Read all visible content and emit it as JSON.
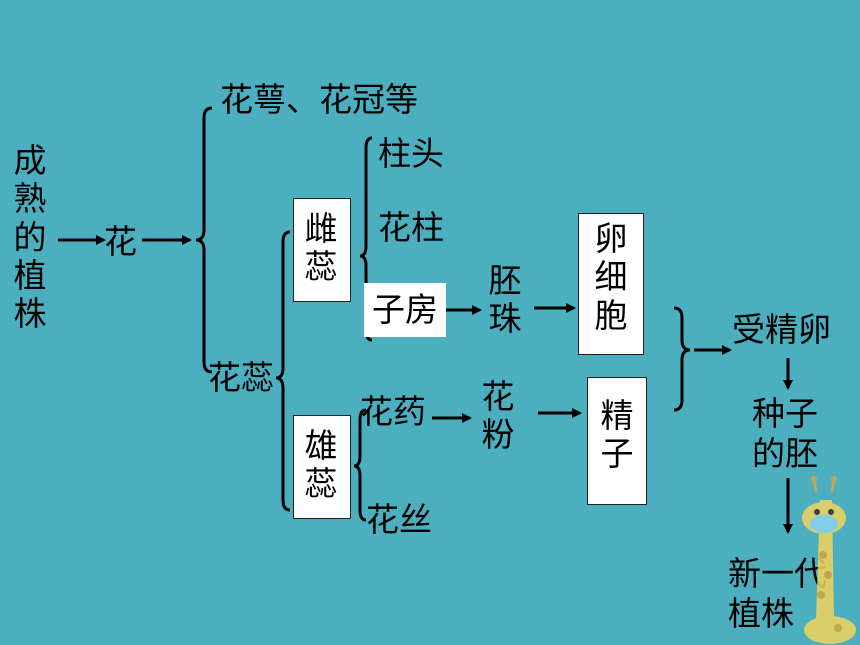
{
  "nodes": {
    "mature_plant": "成熟的植株",
    "flower": "花",
    "calyx_corolla": "花萼、花冠等",
    "pistil_stamen": "花蕊",
    "pistil": "雌蕊",
    "stamen": "雄蕊",
    "stigma": "柱头",
    "style": "花柱",
    "ovary": "子房",
    "ovule": "胚珠",
    "egg_cell": "卵细胞",
    "anther": "花药",
    "filament": "花丝",
    "pollen": "花粉",
    "sperm": "精子",
    "zygote": "受精卵",
    "seed_embryo": "种子的胚",
    "new_plant": "新一代植株"
  },
  "colors": {
    "background": "#4bafc0",
    "box_fill": "#ffffff",
    "text": "#000000"
  },
  "decoration": "giraffe-icon"
}
